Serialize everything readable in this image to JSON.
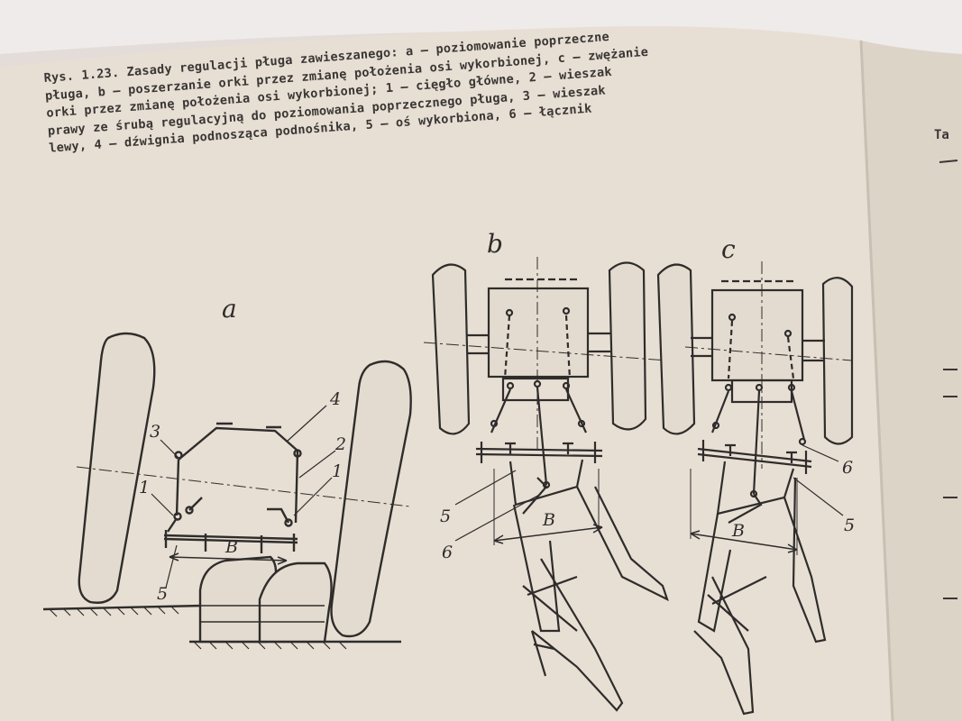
{
  "caption": {
    "lines": [
      "Rys. 1.23. Zasady regulacji pługa zawieszanego: a — poziomowanie poprzeczne",
      "pługa, b — poszerzanie orki przez zmianę położenia osi wykorbionej, c — zwężanie",
      "orki przez zmianę położenia osi wykorbionej; 1 — cięgło główne, 2 — wieszak",
      "prawy ze śrubą regulacyjną do poziomowania poprzecznego pługa, 3 — wieszak",
      "lewy, 4 — dźwignia podnosząca podnośnika, 5 — oś wykorbiona, 6 — łącznik"
    ]
  },
  "edge_text": "Ta",
  "figures": {
    "a": {
      "title": "a",
      "labels": {
        "n1_left": "1",
        "n1_right": "1",
        "n2": "2",
        "n3": "3",
        "n4": "4",
        "n5": "5",
        "B": "B"
      }
    },
    "b": {
      "title": "b",
      "labels": {
        "n5": "5",
        "n6": "6",
        "B": "B"
      }
    },
    "c": {
      "title": "c",
      "labels": {
        "n5": "5",
        "n6": "6",
        "B": "B"
      }
    }
  },
  "colors": {
    "paper": "#e6ddd2",
    "ink": "#2f2c2b",
    "background_cloth": "#ebe6e4"
  }
}
